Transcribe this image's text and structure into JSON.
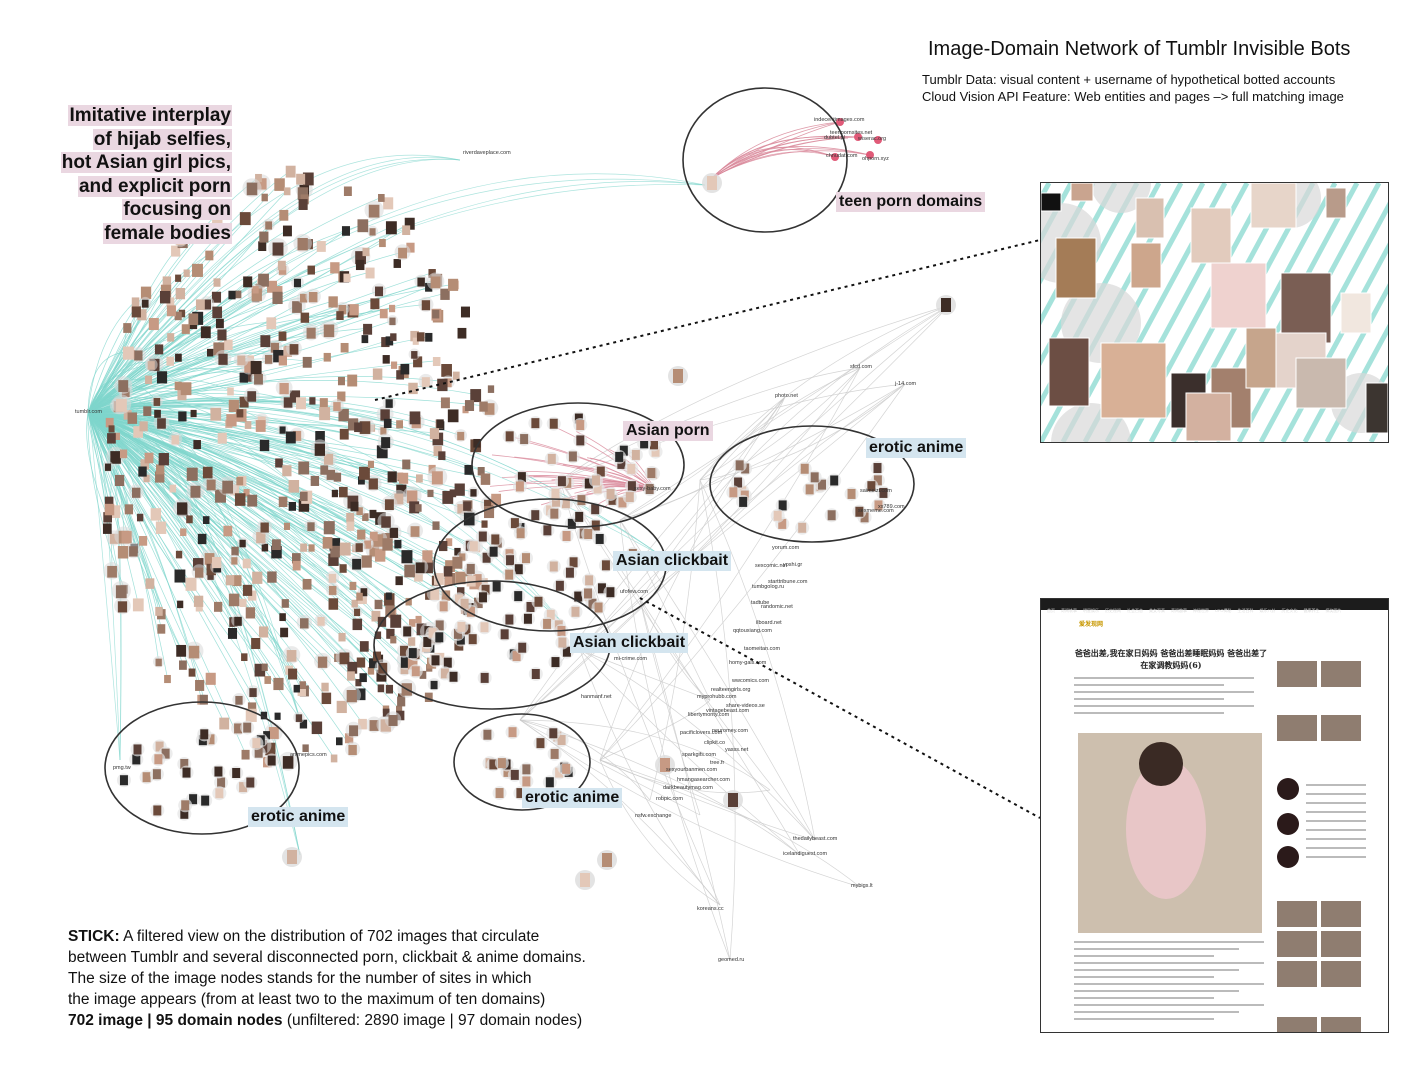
{
  "title": "Image-Domain Network of Tumblr Invisible Bots",
  "subtitle_lines": [
    "Tumblr Data: visual content + username of hypothetical botted accounts",
    "Cloud Vision API Feature: Web entities and pages –> full matching image"
  ],
  "imitative_lines": [
    "Imitative interplay",
    "of hijab selfies,",
    "hot Asian girl pics,",
    "and explicit porn",
    "focusing on",
    "female bodies"
  ],
  "cluster_labels": {
    "teen_porn": "teen porn domains",
    "asian_porn": "Asian porn",
    "erotic_anime_right": "erotic anime",
    "asian_clickbait_1": "Asian clickbait",
    "asian_clickbait_2": "Asian clickbait",
    "erotic_anime_mid": "erotic anime",
    "erotic_anime_left": "erotic anime"
  },
  "domain_labels": [
    "tumblr.com",
    "riverdaveplace.com",
    "indecentimages.com",
    "teenpornsites.net",
    "dubtel.pl",
    "wiserac.org",
    "chnudat.com",
    "ohporn.xyz",
    "sfcd.com",
    "j-14.com",
    "photo.net",
    "sexy-baby.com",
    "saimeizi.com",
    "sexmeme.com",
    "xx789.com",
    "yorum.com",
    "sexcomic.net",
    "yoshi.gr",
    "starttribune.com",
    "tumbgolog.ru",
    "ufofew.com",
    "tadtube",
    "randomic.net",
    "qqtouxiang.com",
    "ilboard.net",
    "taomeitan.com",
    "mi-crime.com",
    "homy-gals.com",
    "hanmanf.net",
    "wwcomics.com",
    "realteengirls.org",
    "myprohubb.com",
    "share-videos.se",
    "vintagebeast.com",
    "libertymonty.com",
    "pacificlovers.com",
    "neuromey.com",
    "clipkit.co",
    "sparkgifs.com",
    "yasss.net",
    "tree.fr",
    "sexyourbanmen.com",
    "hmangasearcher.com",
    "darkbeautymag.com",
    "robpic.com",
    "nsfw.exchange",
    "pmg.tw",
    "animepics.com",
    "thedailybeast.com",
    "icelandiguest.com",
    "mybigs.lt",
    "koreans.cc",
    "geomed.ru"
  ],
  "caption": {
    "stick_label": "STICK:",
    "line1": " A filtered view on the distribution of 702 images that circulate",
    "line2": "between Tumblr and several disconnected porn, clickbait & anime domains.",
    "line3": "The size of the image nodes stands for the number of sites in which",
    "line4": "the image appears (from at least two to the maximum of ten domains)",
    "stats_bold": "702 image | 95 domain nodes",
    "stats_rest": " (unfiltered: 2890 image | 97 domain nodes)"
  },
  "webpage_inset": {
    "nav_items": [
      "首页",
      "奇闻轶事",
      "明星娱乐",
      "历史秘闻",
      "社会百态",
      "美女写真",
      "奇闻趣事",
      "神秘世界",
      "UFO揭秘",
      "生活百科",
      "娱乐八卦",
      "历史文化",
      "健康养生",
      "搞笑图片"
    ],
    "logo": "爱发现网",
    "article_title": "爸爸出差,我在家日妈妈 爸爸出差睡眠妈妈 爸爸出差了在家调教妈妈(6)"
  },
  "colors": {
    "edge_tumblr": "#7fd6cc",
    "edge_porn": "#d9899b",
    "edge_grey": "#c9c9c9",
    "label_pink": "#ead7e1",
    "label_blue": "#d4e5ef",
    "ellipse": "#333333"
  }
}
